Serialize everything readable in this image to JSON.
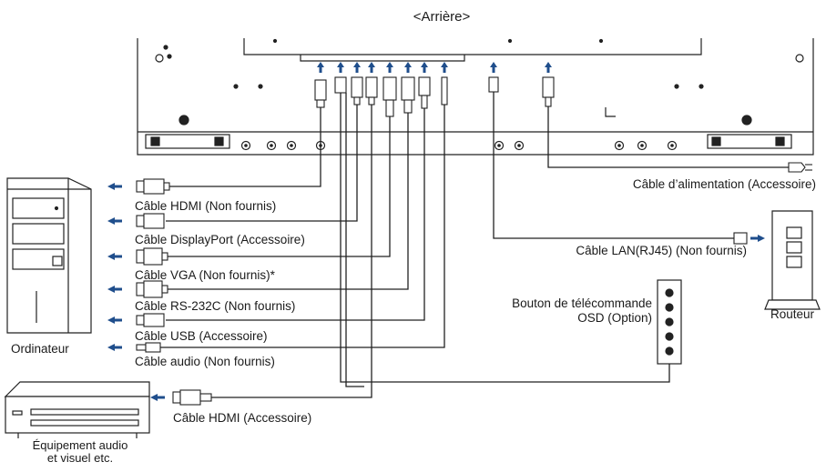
{
  "title": "<Arrière>",
  "devices": {
    "computer": "Ordinateur",
    "router": "Routeur",
    "av_equipment": "Équipement audio\net visuel etc.",
    "remote": "Bouton de télécommande\nOSD (Option)"
  },
  "cables": {
    "hdmi_pc": "Câble HDMI (Non fournis)",
    "displayport": "Câble DisplayPort (Accessoire)",
    "vga": "Câble VGA (Non fournis)*",
    "rs232c": "Câble RS-232C (Non fournis)",
    "usb": "Câble USB (Accessoire)",
    "audio": "Câble audio (Non fournis)",
    "hdmi_av": "Câble HDMI (Accessoire)",
    "power": "Câble d’alimentation (Accessoire)",
    "lan": "Câble LAN(RJ45) (Non fournis)"
  },
  "colors": {
    "arrow": "#1f4e8c",
    "line": "#222222"
  }
}
